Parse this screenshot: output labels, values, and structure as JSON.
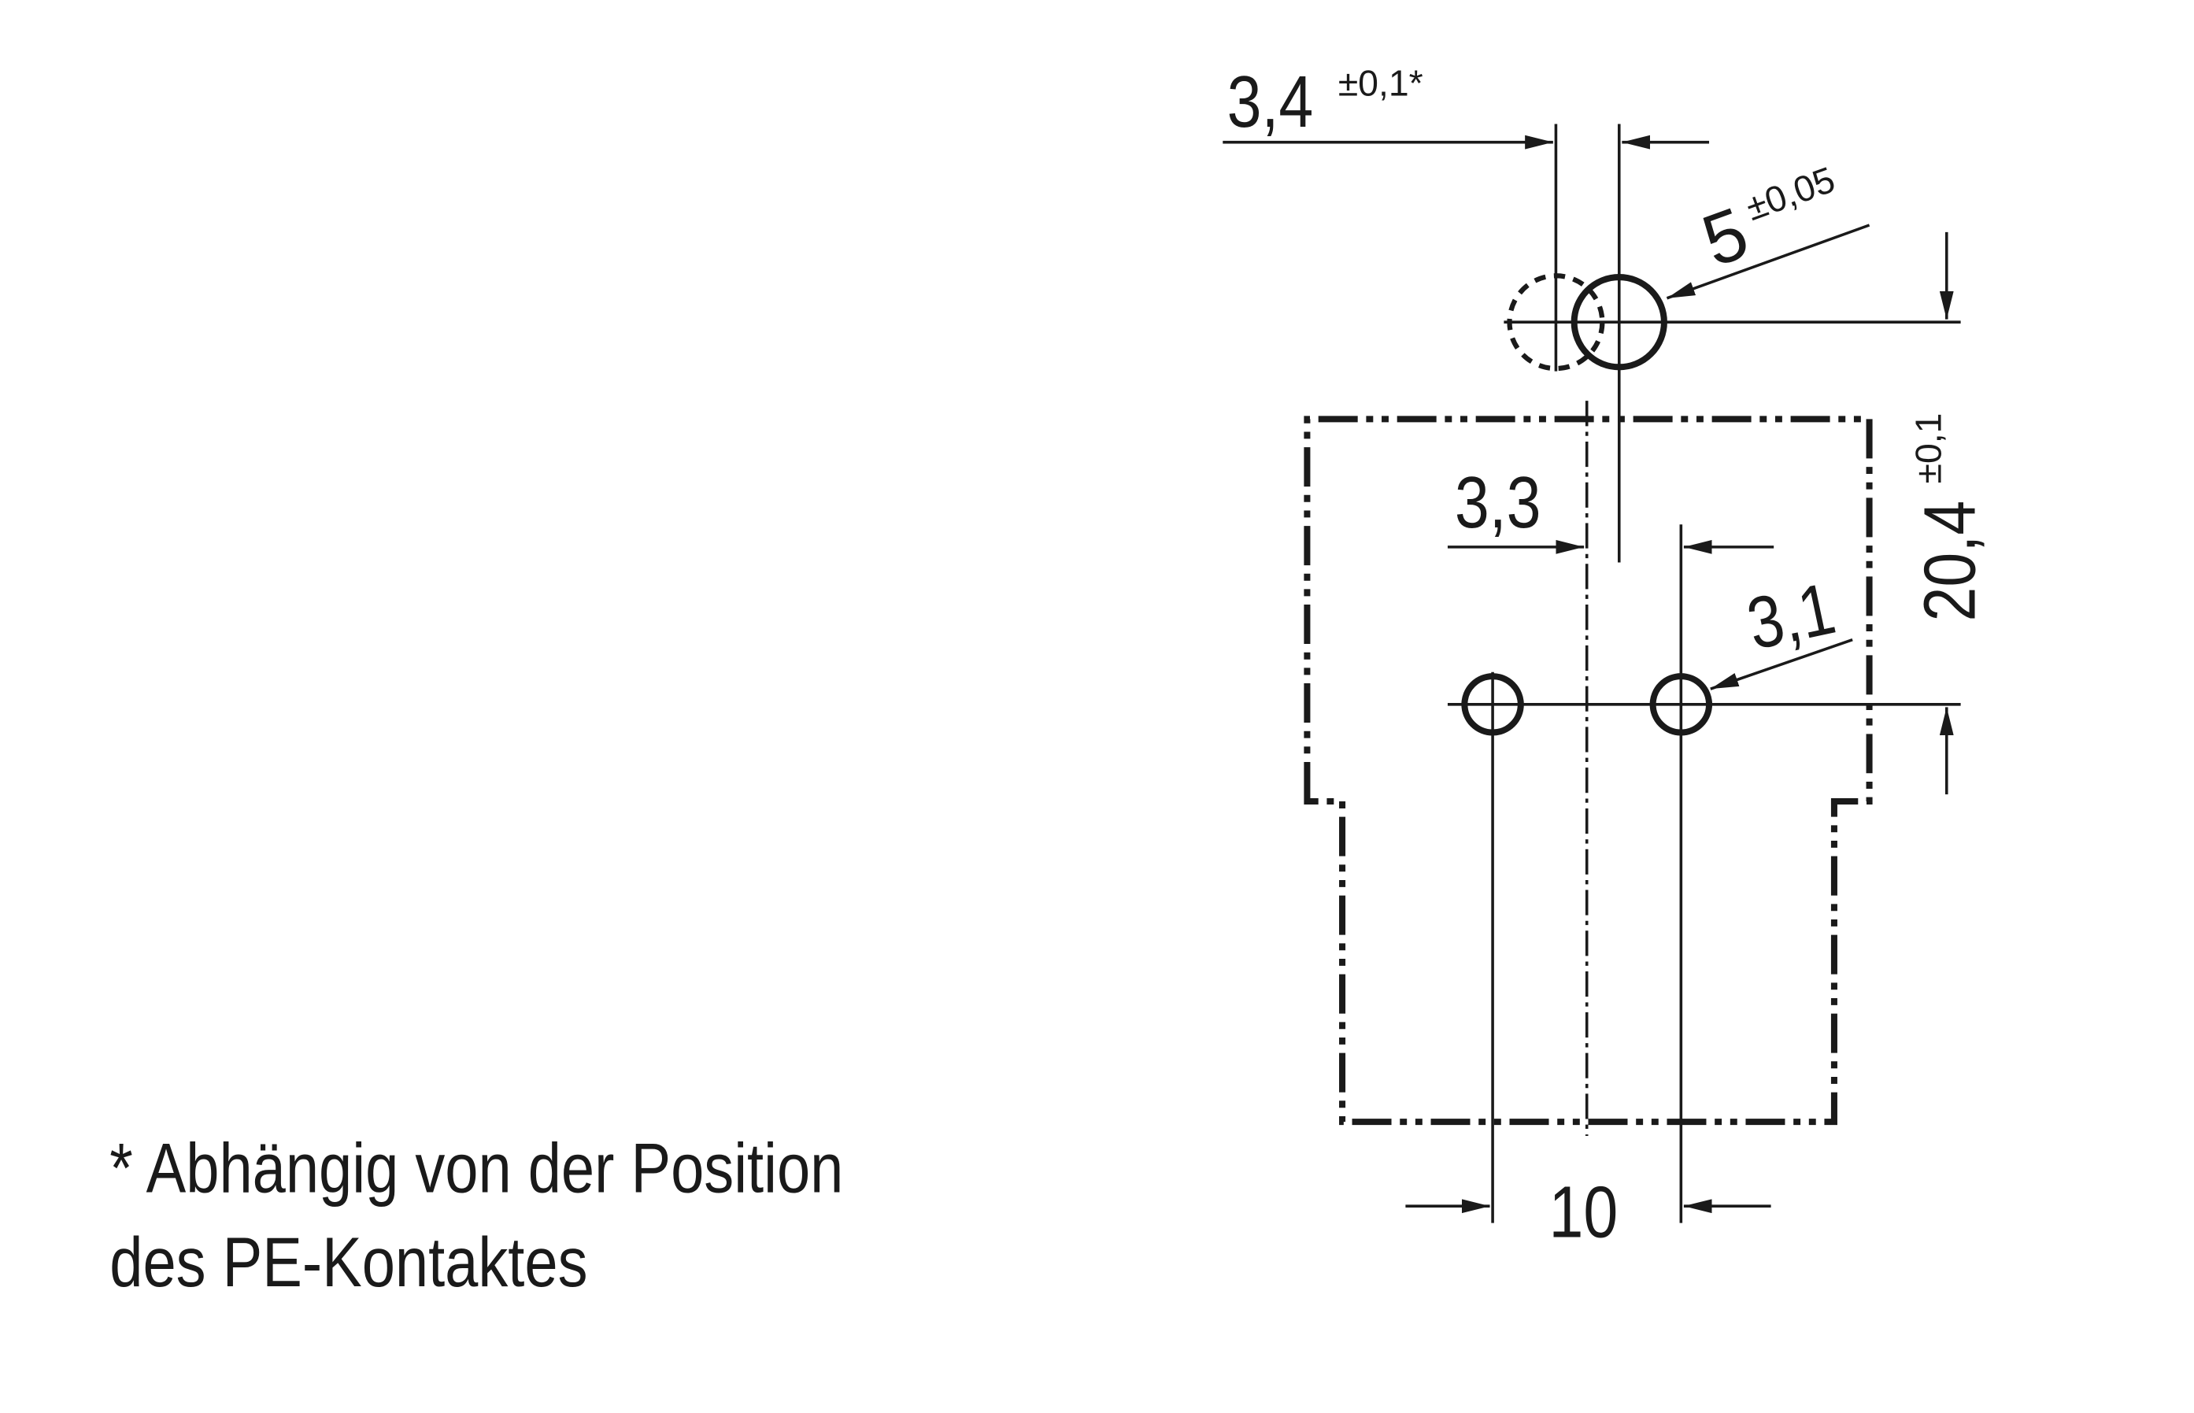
{
  "dimensions": {
    "pe_offset": {
      "value": "3,4",
      "tolerance": "±0,1*"
    },
    "pe_hole_diameter": {
      "value": "5",
      "tolerance": "±0,05"
    },
    "center_offset": {
      "value": "3,3"
    },
    "pin_hole_diameter": {
      "value": "3,1"
    },
    "height": {
      "value": "20,4",
      "tolerance": "±0,1"
    },
    "pitch": {
      "value": "10"
    }
  },
  "footnote": {
    "line1": "* Abhängig von der Position",
    "line2": "des PE-Kontaktes"
  }
}
